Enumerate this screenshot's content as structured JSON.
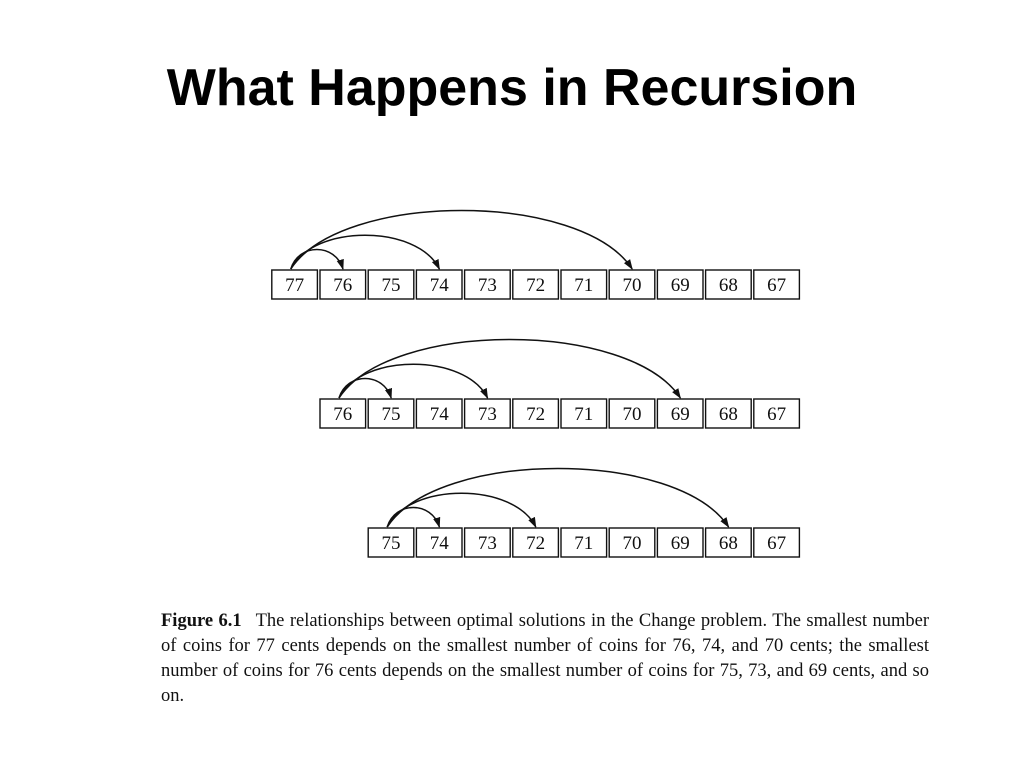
{
  "title": "What Happens in Recursion",
  "figure": {
    "rows": [
      {
        "cells": [
          "77",
          "76",
          "75",
          "74",
          "73",
          "72",
          "71",
          "70",
          "69",
          "68",
          "67"
        ],
        "source": 0,
        "targets": [
          1,
          3,
          7
        ]
      },
      {
        "cells": [
          "76",
          "75",
          "74",
          "73",
          "72",
          "71",
          "70",
          "69",
          "68",
          "67"
        ],
        "source": 0,
        "targets": [
          1,
          3,
          7
        ]
      },
      {
        "cells": [
          "75",
          "74",
          "73",
          "72",
          "71",
          "70",
          "69",
          "68",
          "67"
        ],
        "source": 0,
        "targets": [
          1,
          3,
          7
        ]
      }
    ],
    "caption_label": "Figure 6.1",
    "caption_text": "The relationships between optimal solutions in the Change problem. The smallest number of coins for 77 cents depends on the smallest number of coins for 76, 74, and 70 cents; the smallest number of coins for 76 cents depends on the smallest number of coins for 75, 73, and 69 cents, and so on."
  }
}
